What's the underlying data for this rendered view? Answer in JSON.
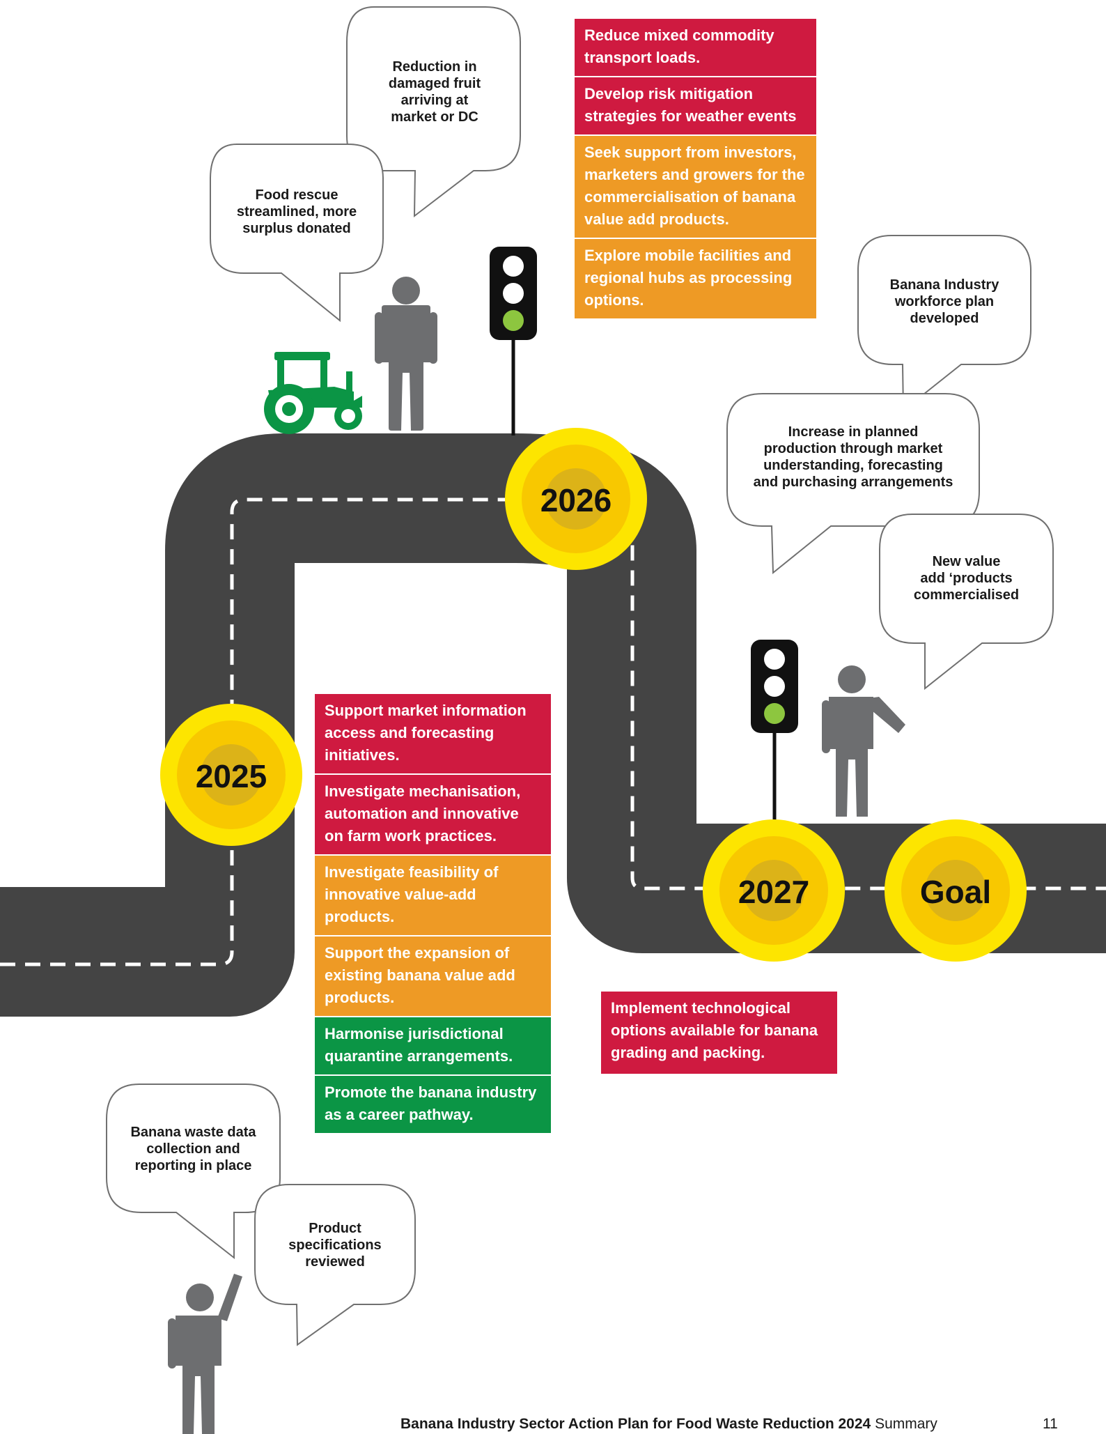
{
  "colors": {
    "road": "#444444",
    "road_dash": "#ffffff",
    "milestone_outer": "#fde500",
    "milestone_mid": "#f8c800",
    "milestone_inner": "#dcb318",
    "status_red": "#cf1a40",
    "status_orange": "#ee9a25",
    "status_green": "#0b9545",
    "person": "#6d6e70",
    "tractor": "#0b9545",
    "light_on": "#8dc63f"
  },
  "milestones": [
    {
      "label": "2025"
    },
    {
      "label": "2026"
    },
    {
      "label": "2027"
    },
    {
      "label": "Goal"
    }
  ],
  "outcomes": {
    "damaged_fruit": "Reduction in\ndamaged fruit\narriving at\nmarket or DC",
    "food_rescue": "Food rescue\nstreamlined, more\nsurplus donated",
    "workforce_plan": "Banana Industry\nworkforce plan\ndeveloped",
    "planned_production": "Increase in planned\nproduction through market\nunderstanding, forecasting\nand purchasing arrangements",
    "value_add": "New value\nadd ‘products\ncommercialised",
    "waste_data": "Banana waste data\ncollection and\nreporting in place",
    "product_specs": "Product\nspecifications\nreviewed"
  },
  "actions_2026": [
    {
      "text": "Reduce mixed commodity transport loads.",
      "status": "red"
    },
    {
      "text": "Develop risk  mitigation strategies for weather events",
      "status": "red"
    },
    {
      "text": "Seek support from investors, marketers and growers for the commercialisation of banana value add products.",
      "status": "orange"
    },
    {
      "text": "Explore mobile facilities and regional hubs as processing options.",
      "status": "orange"
    }
  ],
  "actions_2025": [
    {
      "text": "Support market information access and forecasting initiatives.",
      "status": "red"
    },
    {
      "text": "Investigate mechanisation, automation and innovative on farm work practices.",
      "status": "red"
    },
    {
      "text": "Investigate feasibility of innovative value-add products.",
      "status": "orange"
    },
    {
      "text": "Support the expansion of existing banana value add products.",
      "status": "orange"
    },
    {
      "text": "Harmonise jurisdictional quarantine arrangements.",
      "status": "green"
    },
    {
      "text": "Promote the banana industry as a career pathway.",
      "status": "green"
    }
  ],
  "actions_2027": [
    {
      "text": "Implement technological options available for banana grading and packing.",
      "status": "red"
    }
  ],
  "footer": {
    "title_bold": "Banana Industry Sector Action Plan for Food Waste Reduction 2024",
    "title_rest": " Summary",
    "page_number": "11"
  },
  "icons": [
    "tractor-icon",
    "person-icon",
    "traffic-light-icon"
  ]
}
